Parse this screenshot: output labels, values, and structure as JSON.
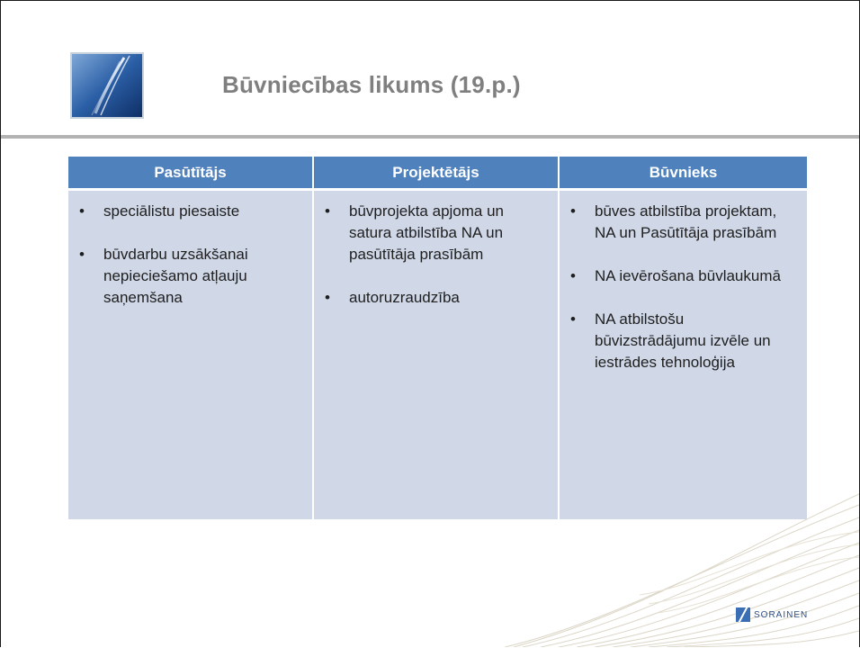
{
  "slide": {
    "title": "Būvniecības likums (19.p.)"
  },
  "table": {
    "headers": [
      "Pasūtītājs",
      "Projektētājs",
      "Būvnieks"
    ],
    "columns": [
      [
        "speciālistu piesaiste",
        "būvdarbu uzsākšanai nepieciešamo atļauju saņemšana"
      ],
      [
        "būvprojekta apjoma un satura atbilstība NA un pasūtītāja prasībām",
        "autoruzraudzība"
      ],
      [
        "būves atbilstība projektam, NA un Pasūtītāja prasībām",
        "NA ievērošana būvlaukumā",
        "NA atbilstošu būvizstrādājumu izvēle un iestrādes tehnoloģija"
      ]
    ]
  },
  "brand": {
    "name": "SORAINEN"
  },
  "colors": {
    "header": "#4f81bd",
    "cell": "#d0d8e8",
    "title": "#7f7f7f"
  }
}
